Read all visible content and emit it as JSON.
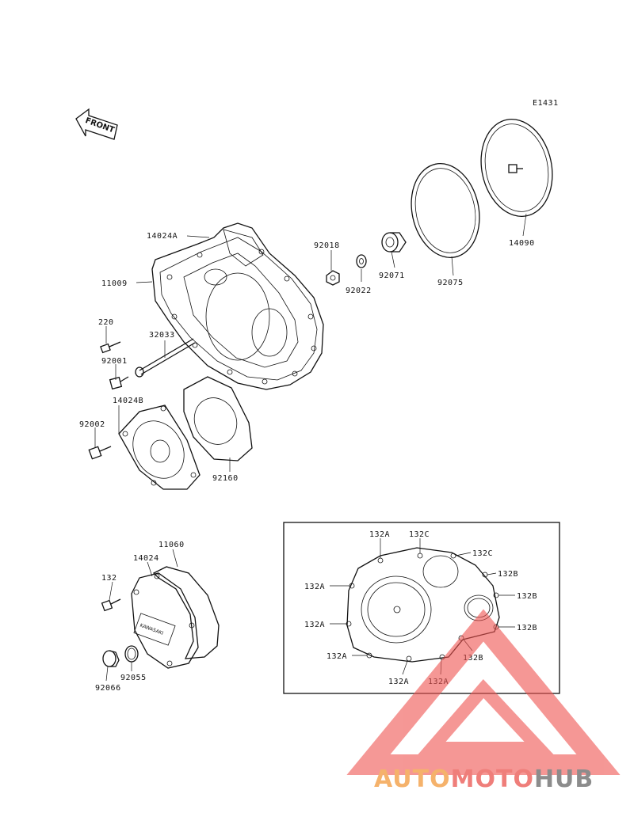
{
  "diagram_code": "E1431",
  "front_label": "FRONT",
  "parts": {
    "p14024A": "14024A",
    "p11009": "11009",
    "p220": "220",
    "p32033": "32033",
    "p92001": "92001",
    "p14024B": "14024B",
    "p92002": "92002",
    "p92160": "92160",
    "p92018": "92018",
    "p92022": "92022",
    "p92071": "92071",
    "p92075": "92075",
    "p14090": "14090",
    "p11060": "11060",
    "p14024": "14024",
    "p132": "132",
    "p92055": "92055",
    "p92066": "92066"
  },
  "bolt_inset": {
    "labels": [
      "132A",
      "132C",
      "132C",
      "132B",
      "132B",
      "132B",
      "132B",
      "132A",
      "132A",
      "132A",
      "132A",
      "132A"
    ]
  },
  "watermark": {
    "part1": "AUTO",
    "part2": "MOTO",
    "part3": "HUB",
    "color1": "#f5b26b",
    "color2": "#ef7e7a",
    "color3": "#8c8c8c",
    "mark_color": "#ef5350"
  }
}
